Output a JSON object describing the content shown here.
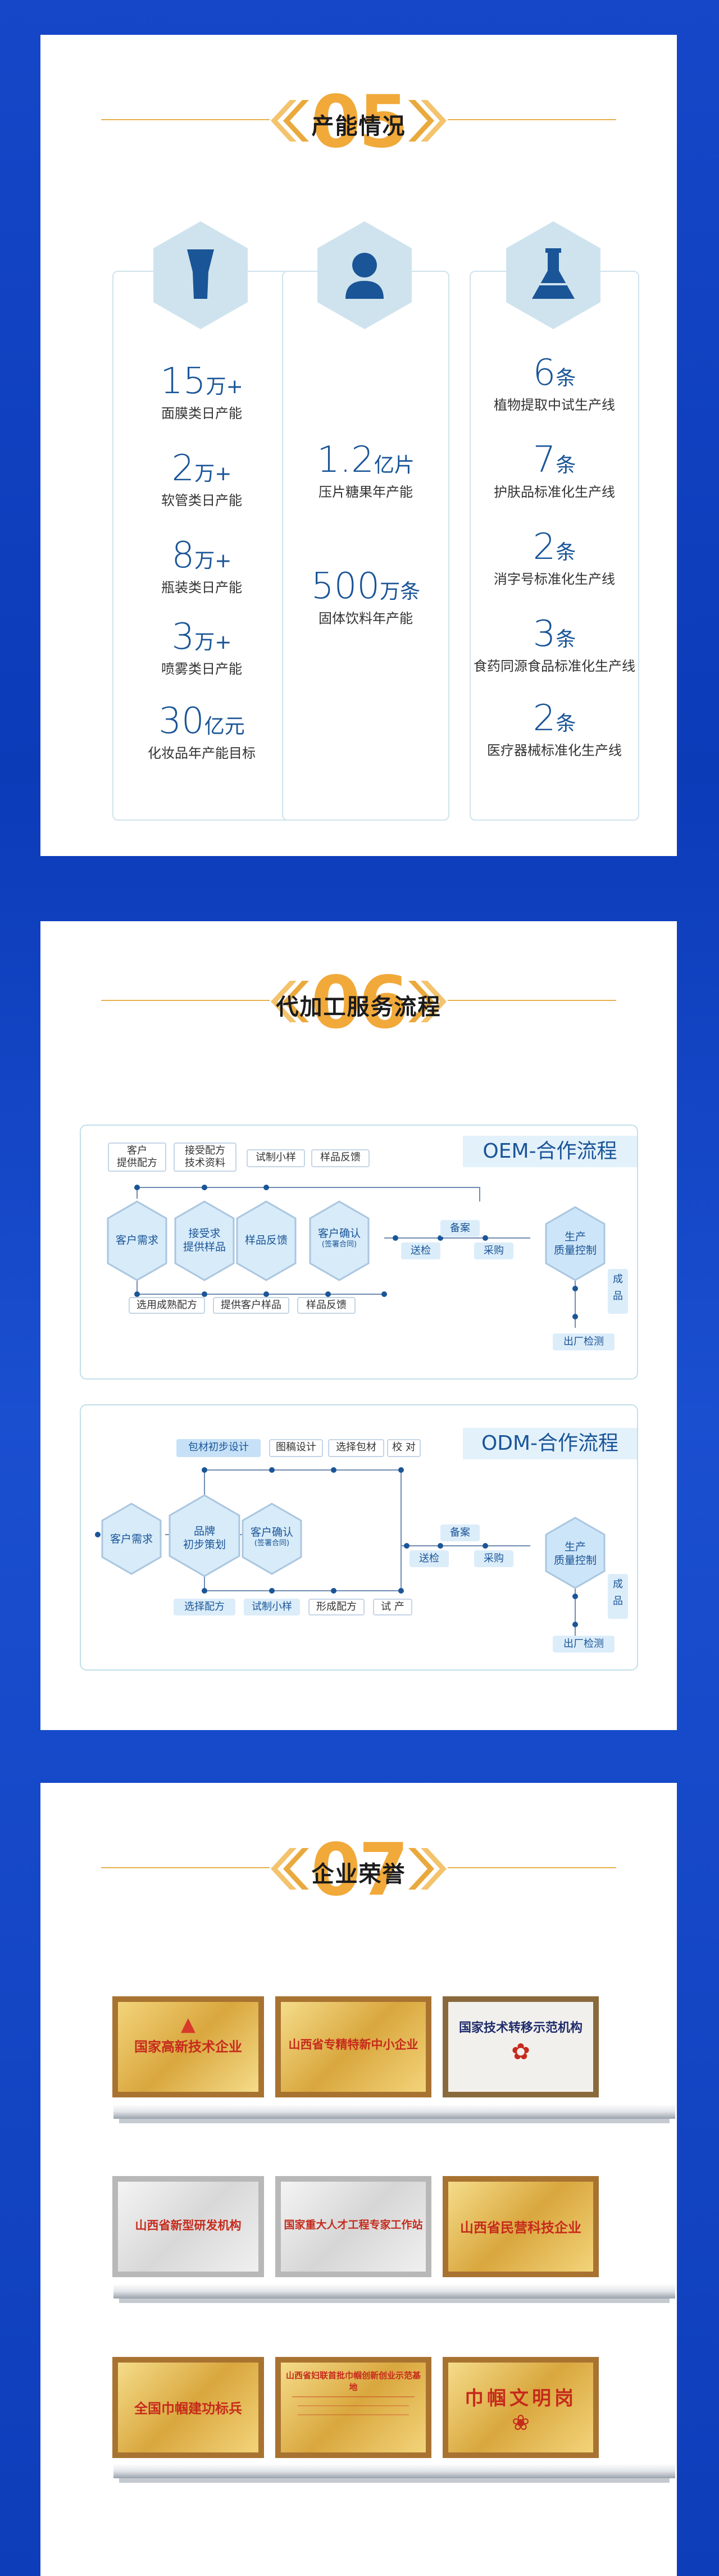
{
  "section5": {
    "number": "05",
    "title": "产能情况",
    "col1": [
      {
        "value": "15",
        "unit": "万+",
        "label": "面膜类日产能"
      },
      {
        "value": "2",
        "unit": "万+",
        "label": "软管类日产能"
      },
      {
        "value": "8",
        "unit": "万+",
        "label": "瓶装类日产能"
      },
      {
        "value": "3",
        "unit": "万+",
        "label": "喷雾类日产能"
      },
      {
        "value": "30",
        "unit": "亿元",
        "label": "化妆品年产能目标"
      }
    ],
    "col2": [
      {
        "value": "1.2",
        "unit": "亿片",
        "label": "压片糖果年产能"
      },
      {
        "value": "500",
        "unit": "万条",
        "label": "固体饮料年产能"
      }
    ],
    "col3": [
      {
        "value": "6",
        "unit": "条",
        "label": "植物提取中试生产线"
      },
      {
        "value": "7",
        "unit": "条",
        "label": "护肤品标准化生产线"
      },
      {
        "value": "2",
        "unit": "条",
        "label": "消字号标准化生产线"
      },
      {
        "value": "3",
        "unit": "条",
        "label": "食药同源食品标准化生产线"
      },
      {
        "value": "2",
        "unit": "条",
        "label": "医疗器械标准化生产线"
      }
    ],
    "icons": [
      "tube-icon",
      "person-icon",
      "flask-icon"
    ],
    "colors": {
      "accent": "#f1a93a",
      "blue": "#1a5597",
      "hex": "#cfe3ee"
    }
  },
  "section6": {
    "number": "06",
    "title": "代加工服务流程",
    "oem": {
      "title": "OEM-合作流程",
      "top_labels": [
        "客户\n提供配方",
        "接受配方\n技术资料",
        "试制小样",
        "样品反馈"
      ],
      "hex_nodes": [
        "客户需求",
        "接受求\n提供样品",
        "样品反馈",
        "客户确认"
      ],
      "hex_sub": "(签署合同)",
      "bottom_labels": [
        "选用成熟配方",
        "提供客户样品",
        "样品反馈"
      ],
      "right_labels": [
        "备案",
        "送检",
        "采购",
        "生产\n质量控制",
        "成\n品",
        "出厂检测"
      ]
    },
    "odm": {
      "title": "ODM-合作流程",
      "top_labels": [
        "包材初步设计",
        "图稿设计",
        "选择包材",
        "校 对"
      ],
      "hex_nodes": [
        "客户需求",
        "品牌\n初步策划",
        "客户确认"
      ],
      "hex_sub": "(签署合同)",
      "bottom_labels": [
        "选择配方",
        "试制小样",
        "形成配方",
        "试 产"
      ],
      "right_labels": [
        "备案",
        "送检",
        "采购",
        "生产\n质量控制",
        "成\n品",
        "出厂检测"
      ]
    }
  },
  "section7": {
    "number": "07",
    "title": "企业荣誉",
    "plaques": [
      {
        "text": "国家高新技术企业",
        "style": "gold-red"
      },
      {
        "text": "山西省专精特新中小企业",
        "style": "gold-red"
      },
      {
        "text": "国家技术转移示范机构",
        "style": "light"
      },
      {
        "text": "山西省新型研发机构",
        "style": "silver"
      },
      {
        "text": "国家重大人才工程专家工作站",
        "style": "silver"
      },
      {
        "text": "山西省民营科技企业",
        "style": "gold"
      },
      {
        "text": "全国巾帼建功标兵",
        "style": "gold-red"
      },
      {
        "text": "山西省妇联首批巾帼创新创业示范基地",
        "style": "gold-red"
      },
      {
        "text": "巾帼文明岗",
        "style": "gold"
      }
    ]
  }
}
